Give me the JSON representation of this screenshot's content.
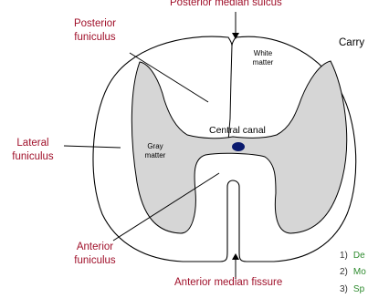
{
  "labels": {
    "posterior_median_sulcus": "Posterior median sulcus",
    "posterior_funiculus_1": "Posterior",
    "posterior_funiculus_2": "funiculus",
    "lateral_funiculus_1": "Lateral",
    "lateral_funiculus_2": "funiculus",
    "anterior_funiculus_1": "Anterior",
    "anterior_funiculus_2": "funiculus",
    "anterior_median_fissure": "Anterior median fissure",
    "white_matter_1": "White",
    "white_matter_2": "matter",
    "gray_matter_1": "Gray",
    "gray_matter_2": "matter",
    "central_canal": "Central canal"
  },
  "side_text": "Carry",
  "list": [
    {
      "num": "1)",
      "text": "De"
    },
    {
      "num": "2)",
      "text": "Mo"
    },
    {
      "num": "3)",
      "text": "Sp"
    }
  ],
  "colors": {
    "label_red": "#a0102a",
    "gray_matter": "#d6d6d6",
    "central_canal": "#0a1a6e",
    "list_green": "#2e8b2e"
  }
}
